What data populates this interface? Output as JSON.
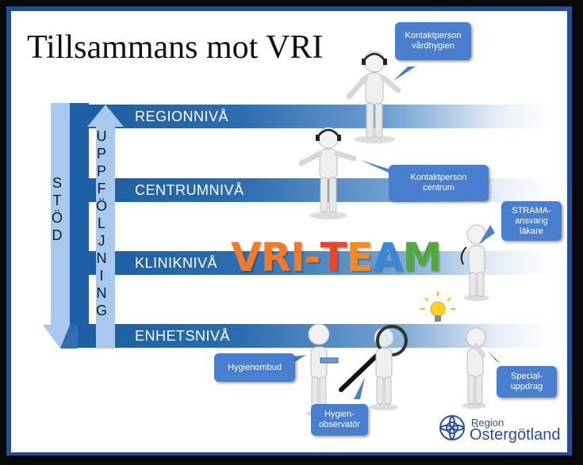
{
  "title": "Tillsammans mot VRI",
  "levels": [
    {
      "label": "REGIONNIVÅ"
    },
    {
      "label": "CENTRUMNIVÅ"
    },
    {
      "label": "KLINIKNIVÅ"
    },
    {
      "label": "ENHETSNIVÅ"
    }
  ],
  "vertical_labels": {
    "stod": [
      "S",
      "T",
      "Ö",
      "D"
    ],
    "uppfoljning": [
      "U",
      "P",
      "P",
      "F",
      "Ö",
      "L",
      "J",
      "N",
      "I",
      "N",
      "G"
    ]
  },
  "team": {
    "vri": "VRI-",
    "letters": [
      "T",
      "E",
      "A",
      "M"
    ],
    "letter_colors": [
      "#e8452a",
      "#f08c1e",
      "#3a86d8",
      "#52a83a"
    ]
  },
  "callouts": {
    "kontakt_vard": "Kontaktperson\nvårdhygien",
    "kontakt_centrum": "Kontaktperson\ncentrum",
    "strama": "STRAMA-\nansvarig\nläkare",
    "hygienombud": "Hygienombud",
    "hygienobservator": "Hygien-\nobservatör",
    "specialuppdrag": "Special-\nuppdrag"
  },
  "logo": {
    "line1": "Region",
    "line2": "Östergötland"
  },
  "colors": {
    "frame": "#1f4f98",
    "band": "#1b5d9f",
    "callout": "#4a7fd0",
    "arrow_light": "#a8c8ee",
    "arrow_dark": "#1e5fa8"
  }
}
